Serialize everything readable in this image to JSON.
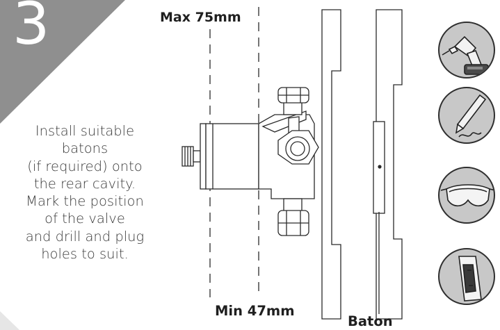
{
  "step": {
    "number": "3"
  },
  "instructions": [
    "Install suitable",
    "batons",
    "(if required) onto",
    "the rear cavity.",
    "Mark the position",
    "of the valve",
    "and drill and plug",
    "holes to suit."
  ],
  "labels": {
    "max": "Max 75mm",
    "min": "Min 47mm",
    "baton": "Baton"
  },
  "tools": [
    {
      "icon": "drill-icon"
    },
    {
      "icon": "pencil-icon"
    },
    {
      "icon": "safety-glasses-icon"
    },
    {
      "icon": "spirit-level-icon"
    }
  ],
  "colors": {
    "banner": "#8f8f8f",
    "tool_background": "#c8c8c8",
    "line": "#2a2a2a"
  }
}
